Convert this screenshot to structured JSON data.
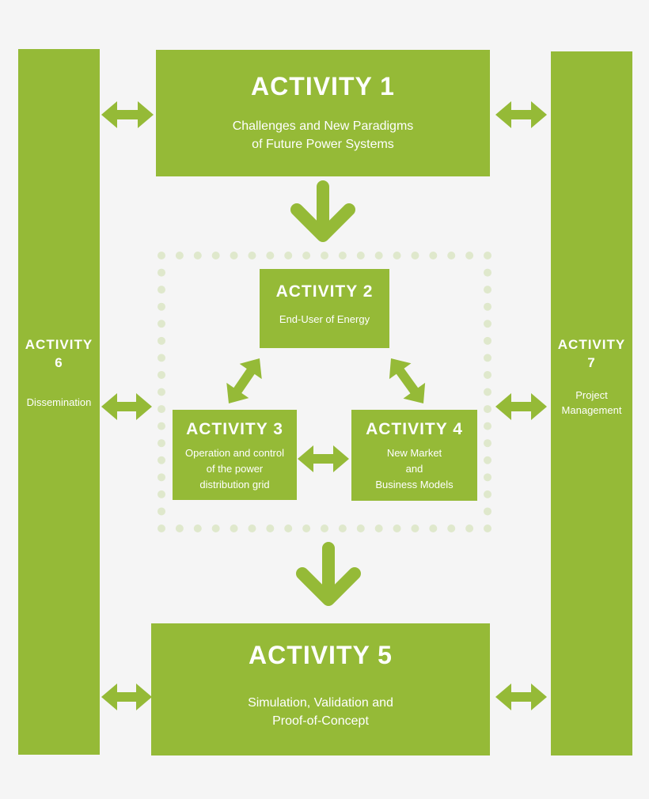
{
  "activities": {
    "a1": {
      "title": "ACTIVITY 1",
      "lines": [
        "Challenges and New Paradigms",
        "of Future Power Systems"
      ]
    },
    "a2": {
      "title": "ACTIVITY 2",
      "lines": [
        "End-User of Energy"
      ]
    },
    "a3": {
      "title": "ACTIVITY 3",
      "lines": [
        "Operation and control",
        "of the power",
        "distribution grid"
      ]
    },
    "a4": {
      "title": "ACTIVITY 4",
      "lines": [
        "New Market",
        "and",
        "Business Models"
      ]
    },
    "a5": {
      "title": "ACTIVITY 5",
      "lines": [
        "Simulation, Validation and",
        "Proof-of-Concept"
      ]
    },
    "a6": {
      "title_lines": [
        "ACTIVITY",
        "6"
      ],
      "lines": [
        "Dissemination"
      ]
    },
    "a7": {
      "title_lines": [
        "ACTIVITY",
        "7"
      ],
      "lines": [
        "Project",
        "Management"
      ]
    }
  },
  "colors": {
    "box": "#95ba37",
    "dots": "#dfe8cc",
    "background": "#f5f5f5"
  }
}
